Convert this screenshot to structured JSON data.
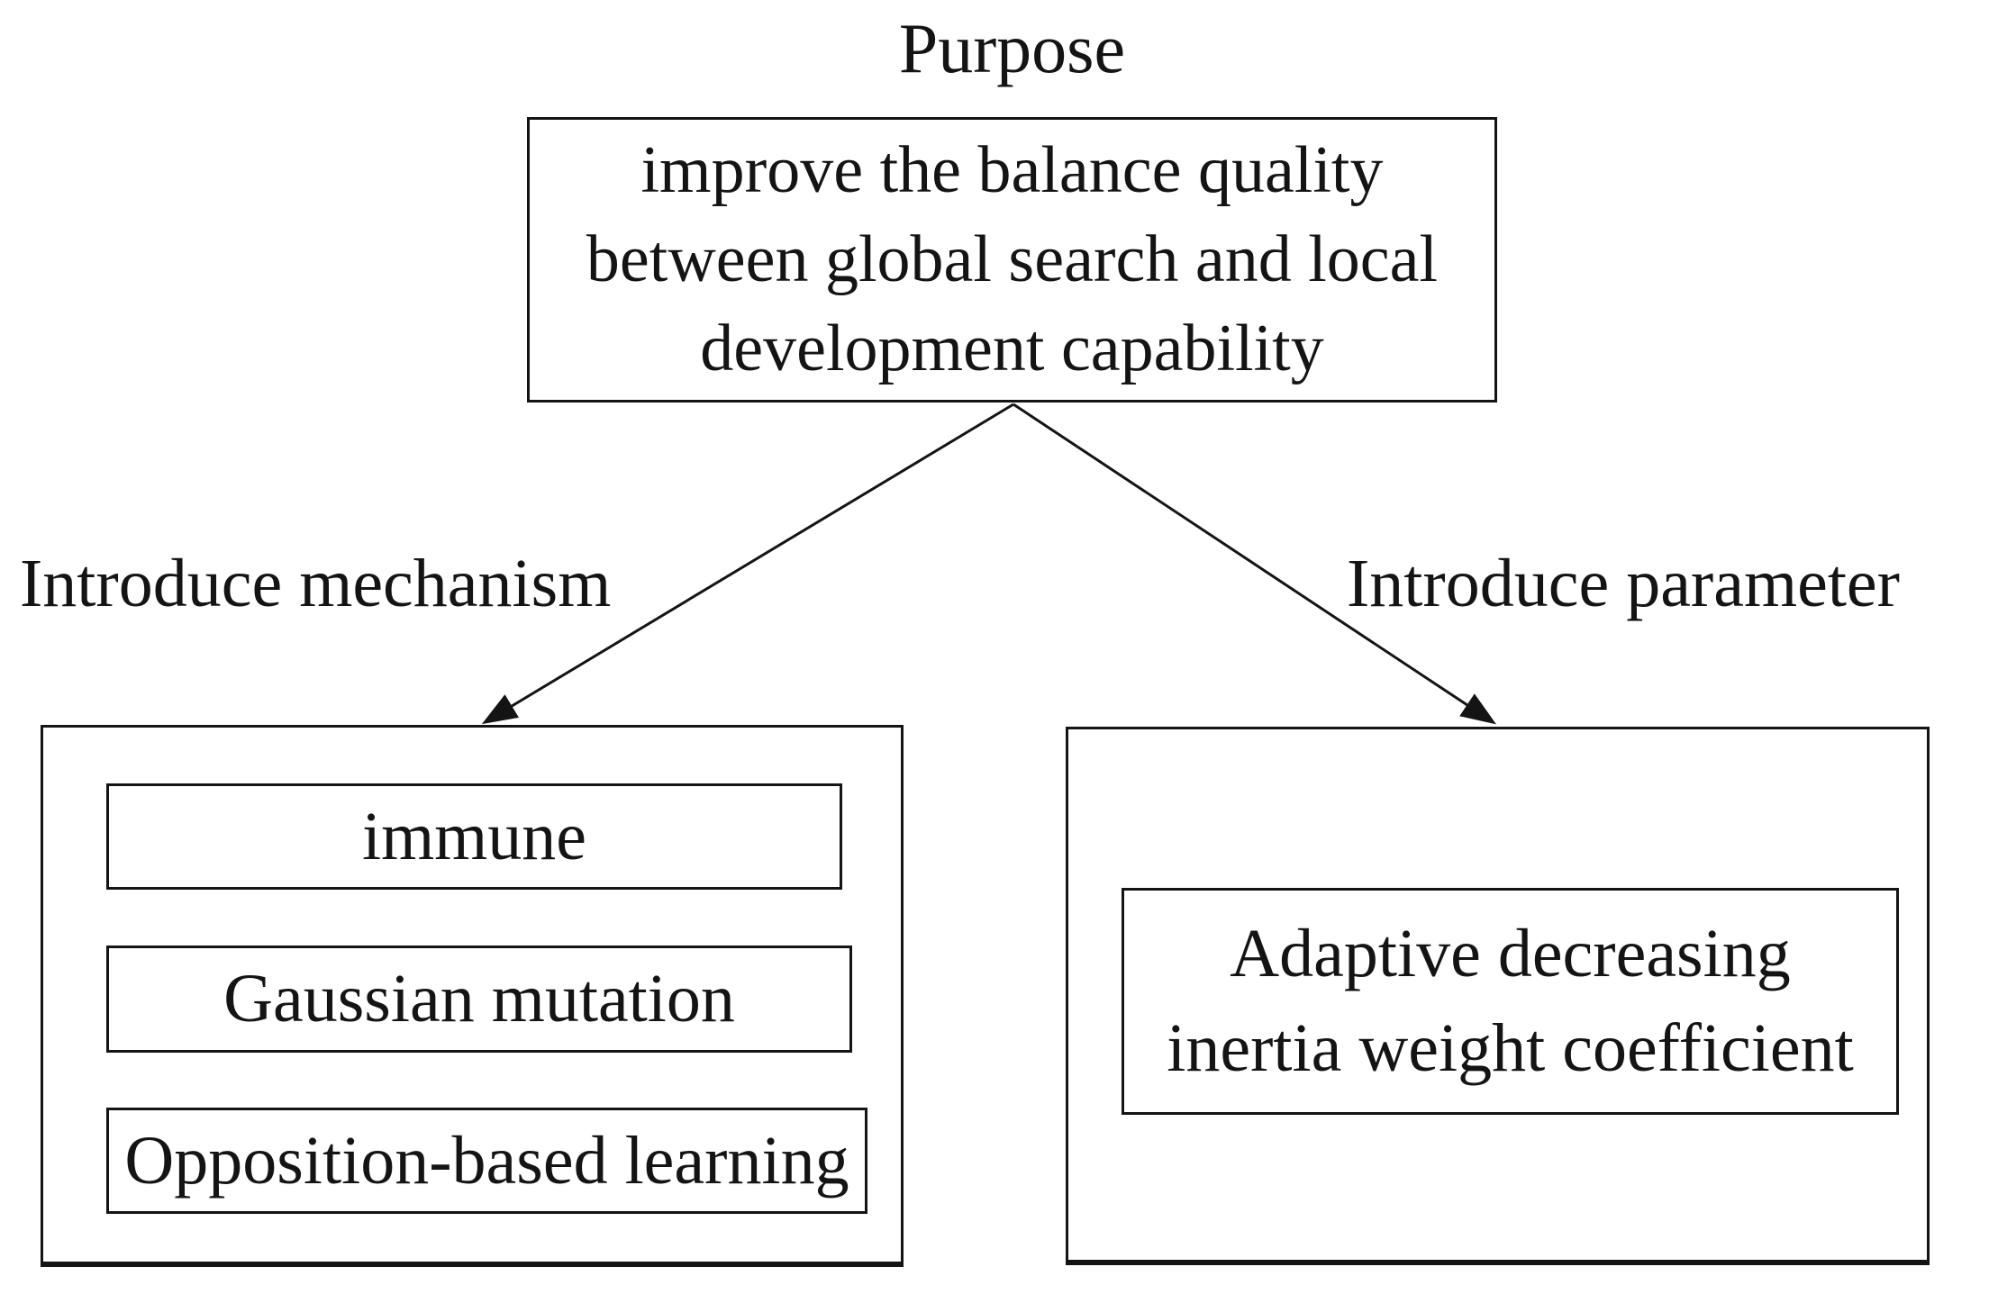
{
  "page": {
    "background_color": "#ffffff",
    "line_color": "#141414",
    "text_color": "#141414"
  },
  "header": {
    "title": "Purpose"
  },
  "purpose_box": {
    "lines": [
      "improve the balance quality",
      "between global search and local",
      "development capability"
    ],
    "full_text": "improve the balance quality between global search and local development capability"
  },
  "branches": {
    "left": {
      "label": "Introduce mechanism",
      "items": [
        "immune",
        "Gaussian mutation",
        "Opposition-based learning"
      ]
    },
    "right": {
      "label": "Introduce parameter",
      "item_lines": [
        "Adaptive decreasing",
        "inertia weight coefficient"
      ],
      "item_full_text": "Adaptive decreasing inertia weight coefficient"
    }
  }
}
